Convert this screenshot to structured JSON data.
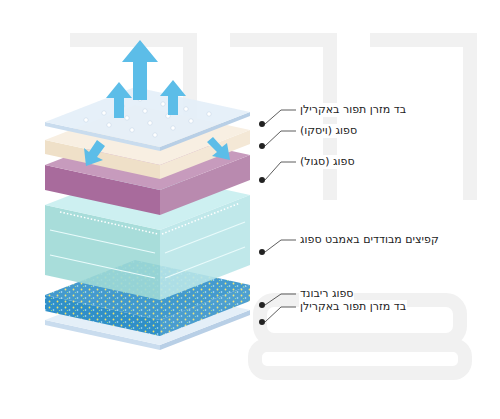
{
  "diagram": {
    "labels": [
      "בד מזרן תפור באקרילן",
      "ספוג (ויסקו)",
      "ספוג (סגול)",
      "קפיצים מבודדים באמבט ספוג",
      "ספוג ריבונד",
      "בד מזרן תפור באקרילן"
    ]
  }
}
